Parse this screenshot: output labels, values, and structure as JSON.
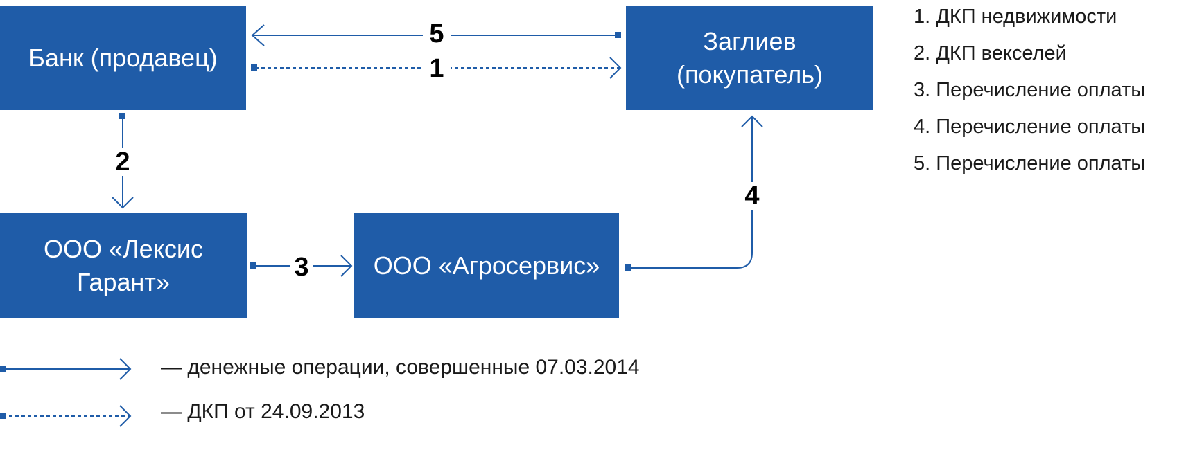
{
  "colors": {
    "box": "#1f5ca8",
    "line": "#1f5ca8",
    "text": "#1a1a1a",
    "number": "#000000"
  },
  "nodes": {
    "bank": [
      "Банк (продавец)"
    ],
    "zagliev": [
      "Заглиев",
      "(покупатель)"
    ],
    "leksis": [
      "ООО «Лексис",
      "Гарант»"
    ],
    "agroservice": [
      "ООО «Агросервис»"
    ]
  },
  "edges": {
    "e5": {
      "label": "5",
      "from": "zagliev",
      "to": "bank",
      "style": "solid"
    },
    "e1": {
      "label": "1",
      "from": "bank",
      "to": "zagliev",
      "style": "dashed"
    },
    "e2": {
      "label": "2",
      "from": "bank",
      "to": "leksis",
      "style": "solid"
    },
    "e3": {
      "label": "3",
      "from": "leksis",
      "to": "agroservice",
      "style": "solid"
    },
    "e4": {
      "label": "4",
      "from": "agroservice",
      "to": "zagliev",
      "style": "solid"
    }
  },
  "notes": [
    "1. ДКП недвижимости",
    "2. ДКП векселей",
    "3. Перечисление оплаты",
    "4. Перечисление оплаты",
    "5. Перечисление оплаты"
  ],
  "legend": {
    "solid": "— денежные операции, совершенные 07.03.2014",
    "dashed": "— ДКП от 24.09.2013"
  }
}
